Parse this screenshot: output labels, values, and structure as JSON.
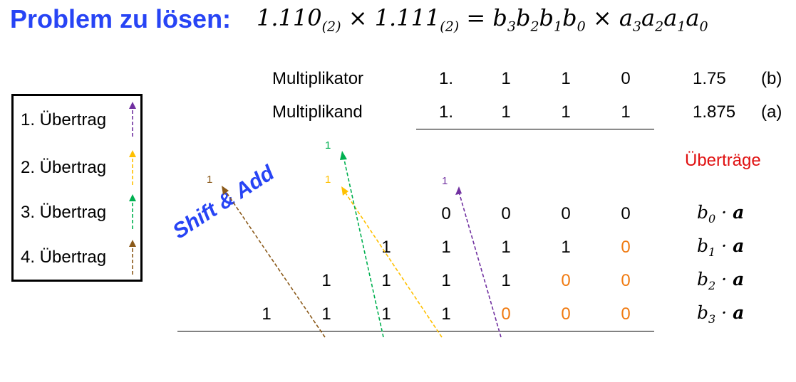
{
  "header": {
    "title": "Problem zu lösen:",
    "eq_a": "1.110",
    "eq_a_sub": "(2)",
    "eq_times": "×",
    "eq_b": "1.111",
    "eq_b_sub": "(2)",
    "eq_eq": "=",
    "eq_rhs_b": [
      "b",
      "3",
      "b",
      "2",
      "b",
      "1",
      "b",
      "0"
    ],
    "eq_rhs_a": [
      "a",
      "3",
      "a",
      "2",
      "a",
      "1",
      "a",
      "0"
    ]
  },
  "legend": {
    "items": [
      {
        "label": "1. Übertrag",
        "color": "#7030a0"
      },
      {
        "label": "2. Übertrag",
        "color": "#ffc000"
      },
      {
        "label": "3. Übertrag",
        "color": "#00b050"
      },
      {
        "label": "4. Übertrag",
        "color": "#8b5a1a"
      }
    ]
  },
  "table": {
    "multiplikator_label": "Multiplikator",
    "multiplikand_label": "Multiplikand",
    "multiplikator_digits": [
      "1.",
      "1",
      "1",
      "0"
    ],
    "multiplikand_digits": [
      "1.",
      "1",
      "1",
      "1"
    ],
    "multiplikator_value": "1.75",
    "multiplikand_value": "1.875",
    "multiplikator_tag": "(b)",
    "multiplikand_tag": "(a)",
    "uebertraege_label": "Überträge",
    "carries": [
      "1",
      "1",
      "1",
      "1"
    ],
    "shift_label": "Shift & Add",
    "rows": [
      {
        "digits": [
          "0",
          "0",
          "0",
          "0"
        ],
        "expr_b": "b",
        "expr_sub": "0",
        "expr_dot": "·",
        "expr_a": "a"
      },
      {
        "digits": [
          "1",
          "1",
          "1",
          "1",
          "0"
        ],
        "expr_b": "b",
        "expr_sub": "1",
        "expr_dot": "·",
        "expr_a": "a"
      },
      {
        "digits": [
          "1",
          "1",
          "1",
          "1",
          "0",
          "0"
        ],
        "expr_b": "b",
        "expr_sub": "2",
        "expr_dot": "·",
        "expr_a": "a"
      },
      {
        "digits": [
          "1",
          "1",
          "1",
          "1",
          "0",
          "0",
          "0"
        ],
        "expr_b": "b",
        "expr_sub": "3",
        "expr_dot": "·",
        "expr_a": "a"
      }
    ]
  }
}
